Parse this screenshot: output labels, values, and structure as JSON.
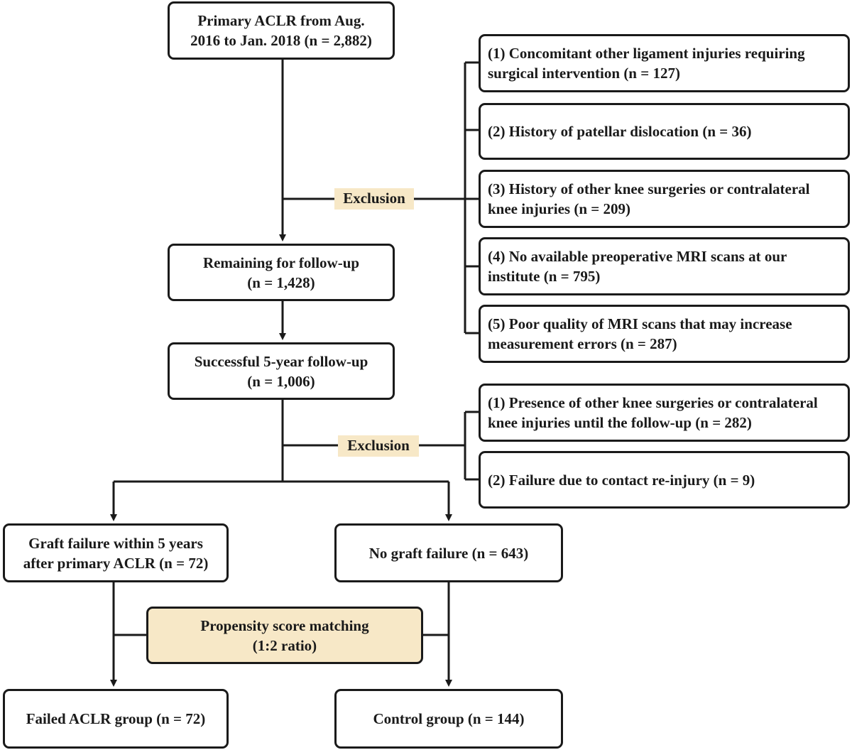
{
  "colors": {
    "stroke": "#1a1a1a",
    "box_fill": "#ffffff",
    "highlight_fill": "#f7e8c7"
  },
  "flow": {
    "primary": "Primary ACLR from Aug.\n2016 to Jan. 2018 (n = 2,882)",
    "remaining": "Remaining for follow-up\n(n = 1,428)",
    "successful": "Successful 5-year follow-up\n(n = 1,006)",
    "graft_failure": "Graft failure within 5 years\nafter primary ACLR (n = 72)",
    "no_graft_failure": "No graft failure (n = 643)",
    "matching": "Propensity score matching\n(1:2 ratio)",
    "failed_group": "Failed ACLR group (n = 72)",
    "control_group": "Control group (n = 144)"
  },
  "exclusion_1": {
    "label": "Exclusion",
    "items": [
      "(1) Concomitant other ligament injuries requiring\nsurgical intervention (n = 127)",
      "(2) History of patellar dislocation (n = 36)",
      "(3) History of other knee surgeries or contralateral\nknee injuries (n = 209)",
      "(4) No available preoperative MRI scans at our\ninstitute (n = 795)",
      "(5) Poor quality of MRI scans that may increase\nmeasurement errors (n = 287)"
    ]
  },
  "exclusion_2": {
    "label": "Exclusion",
    "items": [
      "(1) Presence of other knee surgeries or contralateral\nknee injuries until the follow-up (n = 282)",
      "(2) Failure due to contact re-injury (n = 9)"
    ]
  }
}
